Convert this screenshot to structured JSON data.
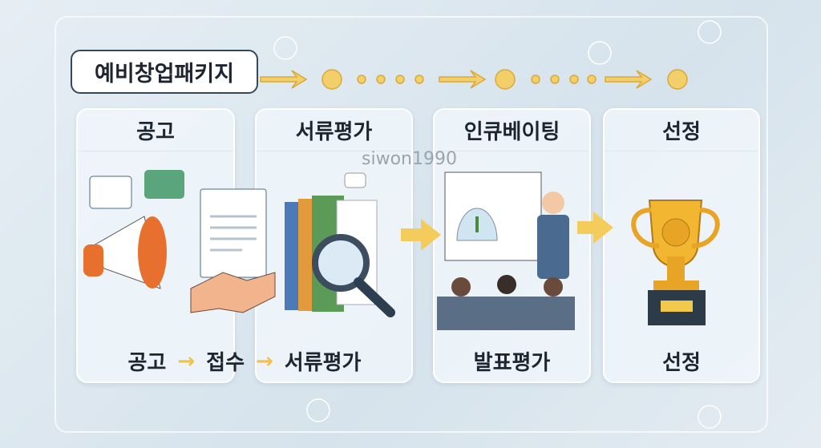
{
  "title": "예비창업패키지",
  "watermark": "siwon1990",
  "stages": [
    {
      "header": "공고"
    },
    {
      "header": "서류평가"
    },
    {
      "header": "인큐베이팅"
    },
    {
      "header": "선정"
    }
  ],
  "footer": {
    "steps": [
      "공고",
      "접수",
      "서류평가"
    ],
    "presentation": "발표평가",
    "selection": "선정"
  },
  "colors": {
    "accent": "#f1c14a",
    "text": "#1d2630",
    "background": "#dbe6ee"
  }
}
